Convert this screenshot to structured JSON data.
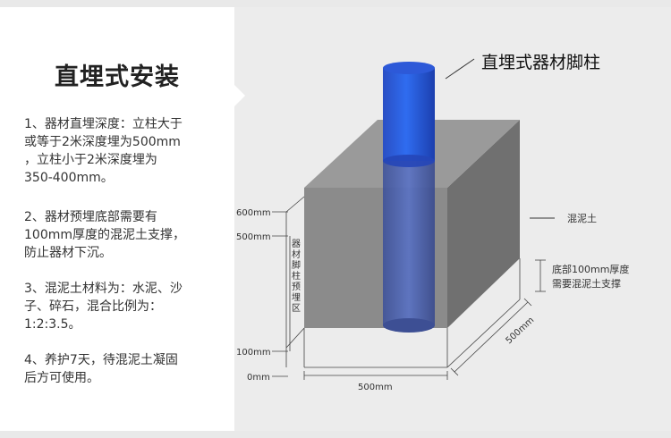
{
  "title": "直埋式安装",
  "instructions": [
    "1、器材直埋深度：立柱大于\n或等于2米深度埋为500mm\n，立柱小于2米深度埋为\n350-400mm。",
    "2、器材预埋底部需要有\n100mm厚度的混泥土支撑，\n防止器材下沉。",
    "3、混泥土材料为：水泥、沙\n子、碎石，混合比例为：\n1:2:3.5。",
    "4、养护7天，待混泥土凝固\n后方可使用。"
  ],
  "diagram": {
    "pole_label": "直埋式器材脚柱",
    "concrete_label": "混泥土",
    "base_label_line1": "底部100mm厚度",
    "base_label_line2": "需要混泥土支撑",
    "zone_label_chars": [
      "器",
      "材",
      "脚",
      "柱",
      "预",
      "埋",
      "区"
    ],
    "dim_600": "600mm",
    "dim_500": "500mm",
    "dim_100": "100mm",
    "dim_0": "0mm",
    "dim_width": "500mm",
    "dim_depth": "500mm"
  },
  "colors": {
    "pole_blue": "#1f4fd6",
    "concrete_front": "#8a8a8a",
    "concrete_top": "#9c9c9c",
    "concrete_side": "#6c6c6c"
  }
}
